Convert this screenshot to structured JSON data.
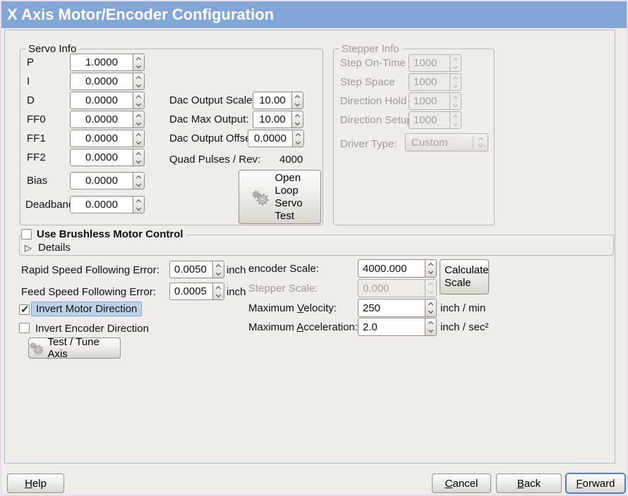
{
  "window": {
    "title": "X Axis Motor/Encoder Configuration"
  },
  "colors": {
    "titlebar": "#82a7d7",
    "highlight": "#bdd2e8",
    "page_border": "#a3bbd6"
  },
  "servo_info": {
    "title": "Servo Info",
    "rows": [
      {
        "label": "P",
        "value": "1.0000"
      },
      {
        "label": "I",
        "value": "0.0000"
      },
      {
        "label": "D",
        "value": "0.0000"
      },
      {
        "label": "FF0",
        "value": "0.0000"
      },
      {
        "label": "FF1",
        "value": "0.0000"
      },
      {
        "label": "FF2",
        "value": "0.0000"
      },
      {
        "label": "Bias",
        "value": "0.0000"
      },
      {
        "label": "Deadband",
        "value": "0.0000"
      }
    ],
    "dac": [
      {
        "label": "Dac Output Scale:",
        "value": "10.00"
      },
      {
        "label": "Dac Max Output:",
        "value": "10.00"
      },
      {
        "label": "Dac Output Offset:",
        "value": "0.0000"
      }
    ],
    "quad_label": "Quad Pulses / Rev:",
    "quad_value": "4000",
    "open_loop_button": "Open Loop Servo Test"
  },
  "stepper_info": {
    "title": "Stepper Info",
    "rows": [
      {
        "label": "Step On-Time",
        "value": "1000"
      },
      {
        "label": "Step Space",
        "value": "1000"
      },
      {
        "label": "Direction Hold",
        "value": "1000"
      },
      {
        "label": "Direction Setup",
        "value": "1000"
      }
    ],
    "driver_type_label": "Driver Type:",
    "driver_type_value": "Custom"
  },
  "brushless": {
    "label": "Use Brushless Motor Control",
    "checked": false,
    "details_label": "Details"
  },
  "following": {
    "rapid_label": "Rapid Speed Following Error:",
    "rapid_value": "0.0050",
    "rapid_unit": "inch",
    "feed_label": "Feed Speed Following Error:",
    "feed_value": "0.0005",
    "feed_unit": "inch"
  },
  "invert": {
    "motor_label": "Invert Motor Direction",
    "motor_checked": true,
    "encoder_label": "Invert Encoder Direction",
    "encoder_checked": false
  },
  "test_button": "Test / Tune Axis",
  "scale": {
    "encoder_label": "encoder Scale:",
    "encoder_value": "4000.000",
    "stepper_label": "Stepper Scale:",
    "stepper_value": "0.000",
    "calc_button": "Calculate Scale",
    "velocity_label": {
      "pre": "Maximum ",
      "mn": "V",
      "post": "elocity:"
    },
    "velocity_value": "250",
    "velocity_unit": "inch / min",
    "accel_label": {
      "pre": "Maximum ",
      "mn": "A",
      "post": "cceleration:"
    },
    "accel_value": "2.0",
    "accel_unit": "inch / sec²"
  },
  "footer": {
    "help": {
      "pre": "",
      "mn": "H",
      "post": "elp"
    },
    "cancel": {
      "pre": "",
      "mn": "C",
      "post": "ancel"
    },
    "back": {
      "pre": "",
      "mn": "B",
      "post": "ack"
    },
    "forward": {
      "pre": "",
      "mn": "F",
      "post": "orward"
    }
  }
}
